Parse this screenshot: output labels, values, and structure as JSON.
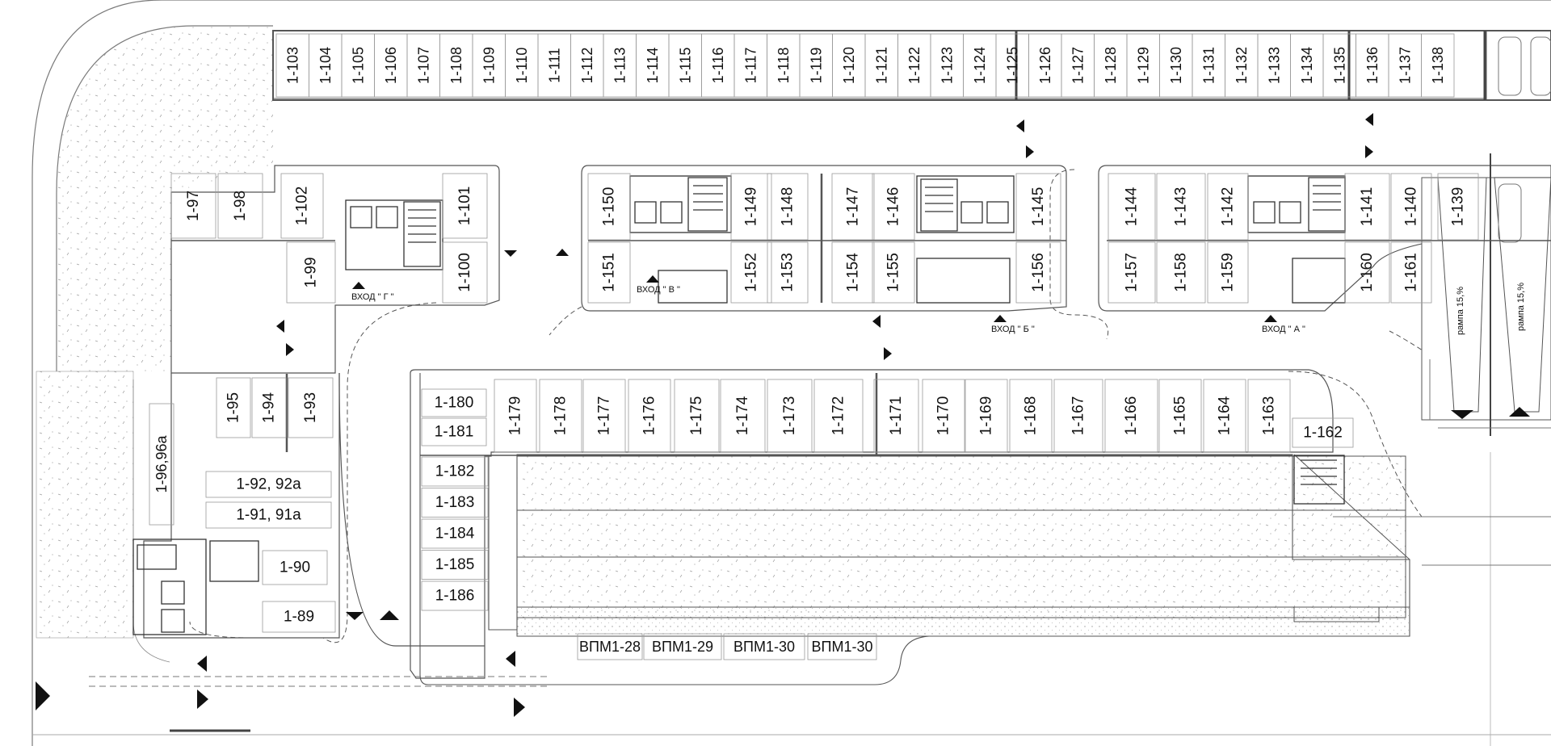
{
  "colors": {
    "line": "#3a3a3a",
    "wall": "#555555",
    "thin": "#8a8a8a",
    "hatch": "#f4f4f4"
  },
  "spots": {
    "top_row": [
      "1-103",
      "1-104",
      "1-105",
      "1-106",
      "1-107",
      "1-108",
      "1-109",
      "1-110",
      "1-111",
      "1-112",
      "1-113",
      "1-114",
      "1-115",
      "1-116",
      "1-117",
      "1-118",
      "1-119",
      "1-120",
      "1-121",
      "1-122",
      "1-123",
      "1-124",
      "1-125",
      "1-126",
      "1-127",
      "1-128",
      "1-129",
      "1-130",
      "1-131",
      "1-132",
      "1-133",
      "1-134",
      "1-135",
      "1-136",
      "1-137",
      "1-138"
    ],
    "block_g_upper": [
      "1-97",
      "1-98",
      "1-102",
      "1-101"
    ],
    "block_g_lower": [
      "1-99",
      "1-100"
    ],
    "block_v_upper": [
      "1-150",
      "1-149",
      "1-148"
    ],
    "block_v_lower": [
      "1-151",
      "1-152",
      "1-153"
    ],
    "block_b_upper": [
      "1-147",
      "1-146",
      "1-145"
    ],
    "block_b_lower": [
      "1-154",
      "1-155",
      "1-156"
    ],
    "block_a_upper": [
      "1-144",
      "1-143",
      "1-142",
      "1-141",
      "1-140",
      "1-139"
    ],
    "block_a_lower": [
      "1-157",
      "1-158",
      "1-159",
      "1-160",
      "1-161"
    ],
    "left_group": [
      "1-95",
      "1-94",
      "1-93",
      "1-96,96a"
    ],
    "left_horizontal": [
      "1-92, 92a",
      "1-91, 91a",
      "1-90",
      "1-89"
    ],
    "middle_row": [
      "1-179",
      "1-178",
      "1-177",
      "1-176",
      "1-175",
      "1-174",
      "1-173",
      "1-172",
      "1-171",
      "1-170",
      "1-169",
      "1-168",
      "1-167",
      "1-166",
      "1-165",
      "1-164",
      "1-163"
    ],
    "middle_left": [
      "1-180",
      "1-181"
    ],
    "middle_right": "1-162",
    "column": [
      "1-182",
      "1-183",
      "1-184",
      "1-185",
      "1-186"
    ],
    "bottom": [
      "ВПМ1-28",
      "ВПМ1-29",
      "ВПМ1-30",
      "ВПМ1-30"
    ]
  },
  "entrances": {
    "g": "ВХОД \" Г \"",
    "v": "ВХОД \" В \"",
    "b": "ВХОД \" Б \"",
    "a": "ВХОД \" А \""
  },
  "ramps": [
    "рампа 15,%",
    "рампа 15,%"
  ]
}
